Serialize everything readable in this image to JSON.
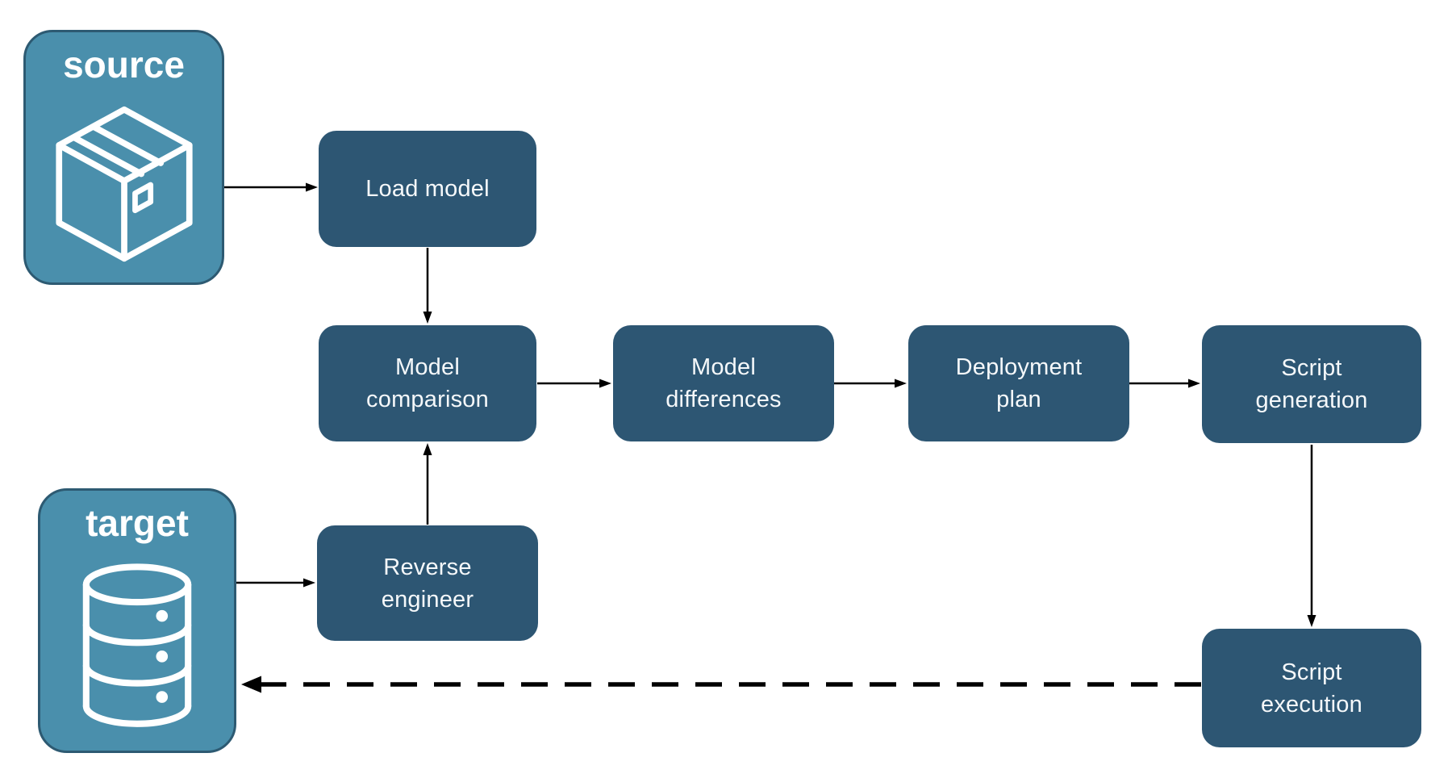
{
  "diagram": {
    "endpoints": {
      "source": {
        "label": "source",
        "icon": "package-box-icon"
      },
      "target": {
        "label": "target",
        "icon": "database-icon"
      }
    },
    "nodes": {
      "load_model": {
        "lines": [
          "Load model"
        ]
      },
      "model_comparison": {
        "lines": [
          "Model",
          "comparison"
        ]
      },
      "model_differences": {
        "lines": [
          "Model",
          "differences"
        ]
      },
      "deployment_plan": {
        "lines": [
          "Deployment",
          "plan"
        ]
      },
      "script_generation": {
        "lines": [
          "Script",
          "generation"
        ]
      },
      "reverse_engineer": {
        "lines": [
          "Reverse",
          "engineer"
        ]
      },
      "script_execution": {
        "lines": [
          "Script",
          "execution"
        ]
      }
    },
    "edges": [
      {
        "from": "source",
        "to": "load_model",
        "style": "solid"
      },
      {
        "from": "load_model",
        "to": "model_comparison",
        "style": "solid"
      },
      {
        "from": "target",
        "to": "reverse_engineer",
        "style": "solid"
      },
      {
        "from": "reverse_engineer",
        "to": "model_comparison",
        "style": "solid"
      },
      {
        "from": "model_comparison",
        "to": "model_differences",
        "style": "solid"
      },
      {
        "from": "model_differences",
        "to": "deployment_plan",
        "style": "solid"
      },
      {
        "from": "deployment_plan",
        "to": "script_generation",
        "style": "solid"
      },
      {
        "from": "script_generation",
        "to": "script_execution",
        "style": "solid"
      },
      {
        "from": "script_execution",
        "to": "target",
        "style": "dashed"
      }
    ],
    "colors": {
      "endpoint_fill": "#4a8fac",
      "endpoint_border": "#2d5a72",
      "process_fill": "#2d5673",
      "node_text": "#f5f8fa",
      "arrow": "#000000",
      "background": "#ffffff"
    }
  }
}
